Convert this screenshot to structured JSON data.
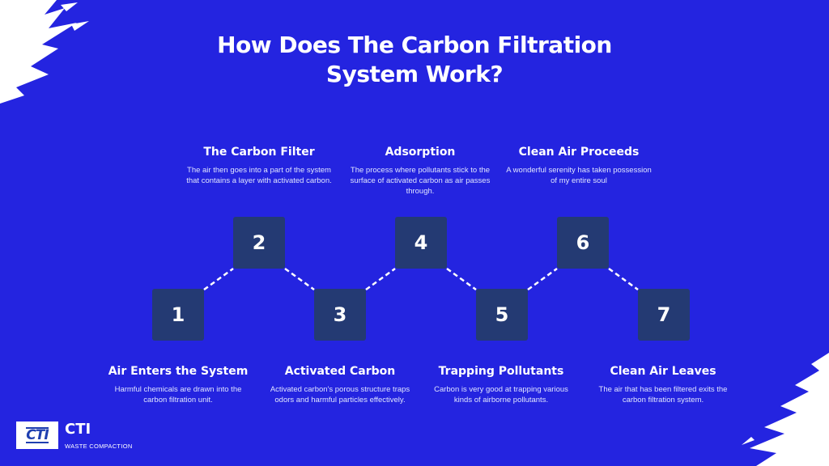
{
  "title": "How Does The Carbon Filtration System Work?",
  "steps": [
    {
      "number": "1",
      "title": "Air Enters the System",
      "description": "Harmful chemicals are drawn into the carbon filtration unit."
    },
    {
      "number": "2",
      "title": "The Carbon Filter",
      "description": "The air then goes into a part of the system that contains a layer with activated carbon."
    },
    {
      "number": "3",
      "title": "Activated Carbon",
      "description": "Activated carbon's porous structure traps odors and harmful particles effectively."
    },
    {
      "number": "4",
      "title": "Adsorption",
      "description": "The process where pollutants stick to the surface of activated carbon as air passes through."
    },
    {
      "number": "5",
      "title": "Trapping Pollutants",
      "description": "Carbon is very good at trapping various kinds of airborne pollutants."
    },
    {
      "number": "6",
      "title": "Clean Air Proceeds",
      "description": "A wonderful serenity has taken possession of my entire soul"
    },
    {
      "number": "7",
      "title": "Clean Air Leaves",
      "description": "The air that has been filtered exits the carbon filtration system."
    }
  ],
  "logo": {
    "mark": "CTI",
    "name": "CTI",
    "tagline": "WASTE COMPACTION"
  },
  "colors": {
    "background": "#2424e0",
    "step_box": "#243a73",
    "text": "#ffffff"
  }
}
